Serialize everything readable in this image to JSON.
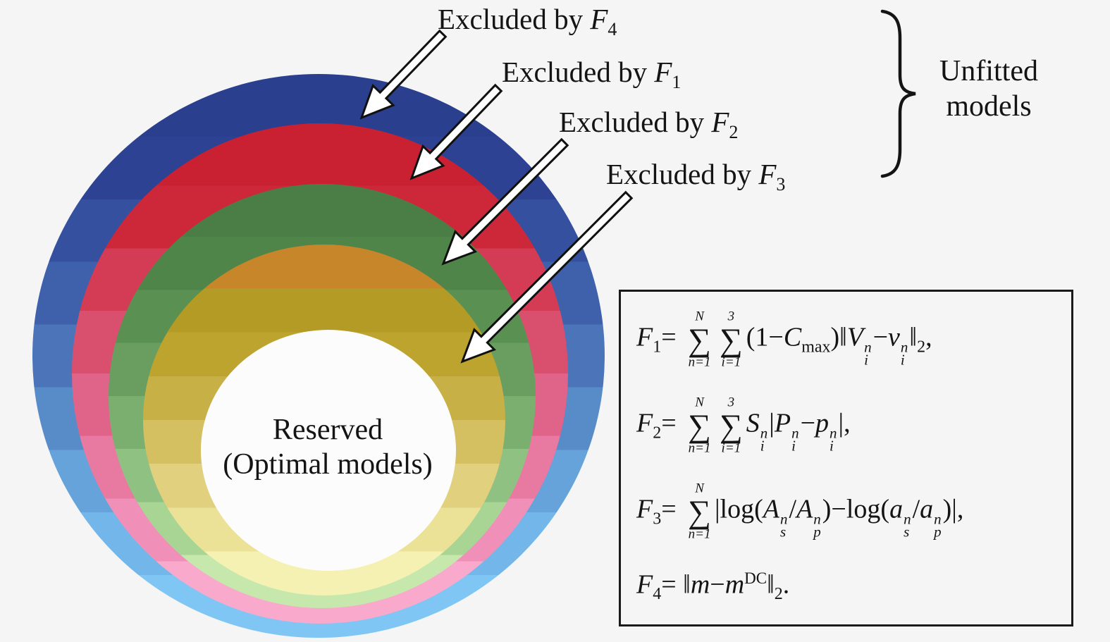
{
  "background": "#f5f5f6",
  "text_color": "#141414",
  "figure": {
    "callouts": [
      {
        "text": "Excluded by ",
        "symbol": "F",
        "sub": "4"
      },
      {
        "text": "Excluded by ",
        "symbol": "F",
        "sub": "1"
      },
      {
        "text": "Excluded by ",
        "symbol": "F",
        "sub": "2"
      },
      {
        "text": "Excluded by ",
        "symbol": "F",
        "sub": "3"
      }
    ],
    "group_label": {
      "line1": "Unfitted",
      "line2": "models"
    },
    "center_label": {
      "line1": "Reserved",
      "line2": "(Optimal models)"
    },
    "arrow_fill": "#ffffff",
    "arrow_outline": "#111111",
    "rings": [
      {
        "name": "excluded-by-f4-blue",
        "bands": [
          "#2a3f8e",
          "#2d4293",
          "#35509f",
          "#3f60ab",
          "#4b74b9",
          "#588cc9",
          "#66a3da",
          "#73b7ea",
          "#7fc6f4"
        ]
      },
      {
        "name": "excluded-by-f1-red",
        "bands": [
          "#ca2132",
          "#cd2839",
          "#d33c54",
          "#d94f6e",
          "#e06389",
          "#e879a1",
          "#f090b8",
          "#f8a9cc"
        ]
      },
      {
        "name": "excluded-by-f2-green",
        "bands": [
          "#4b7e47",
          "#508549",
          "#5b9053",
          "#6a9e60",
          "#7baf70",
          "#8fc182",
          "#a8d494",
          "#c6e8ac"
        ]
      },
      {
        "name": "excluded-by-f3-yellow",
        "bands": [
          "#c8862b",
          "#b49b25",
          "#bca42e",
          "#c7b045",
          "#d4bf61",
          "#e1d07e",
          "#ebe298",
          "#f4f1b2"
        ]
      },
      {
        "name": "reserved-white",
        "bands": [
          "#fcfcfd"
        ]
      }
    ]
  },
  "formulas": {
    "lines": [
      {
        "name": "F1",
        "html": "<i>F</i><sub class='lo'>1</sub>= <span class='sum'><span class='lim'>N</span><span class='sig'>&#8721;</span><span class='lim'>n=1</span></span><span class='sum'><span class='lim'>3</span><span class='sig'>&#8721;</span><span class='lim'>i=1</span></span>(1&#8722;<i>C</i><sub class='lo'>max</sub>)&#8214;<i>V</i><span class='ss'><span>n</span><span>i</span></span>&#8722;<i>v</i><span class='ss'><span>n</span><span>i</span></span>&#8214;<sub class='lo'>2</sub>,"
      },
      {
        "name": "F2",
        "html": "<i>F</i><sub class='lo'>2</sub>= <span class='sum'><span class='lim'>N</span><span class='sig'>&#8721;</span><span class='lim'>n=1</span></span><span class='sum'><span class='lim'>3</span><span class='sig'>&#8721;</span><span class='lim'>i=1</span></span><i>S</i><span class='ss'><span>n</span><span>i</span></span>|<i>P</i><span class='ss'><span>n</span><span>i</span></span>&#8722;<i>p</i><span class='ss'><span>n</span><span>i</span></span>|,"
      },
      {
        "name": "F3",
        "html": "<i>F</i><sub class='lo'>3</sub>= <span class='sum'><span class='lim'>N</span><span class='sig'>&#8721;</span><span class='lim'>n=1</span></span>|log(<i>A</i><span class='ss'><span>n</span><span>s</span></span>/<i>A</i><span class='ss'><span>n</span><span>p</span></span>)&#8722;log(<i>a</i><span class='ss'><span>n</span><span>s</span></span>/<i>a</i><span class='ss'><span>n</span><span>p</span></span>)|,"
      },
      {
        "name": "F4",
        "html": "<i>F</i><sub class='lo'>4</sub>= &#8214;<i>m</i>&#8722;<i>m</i><sup class='hi'>DC</sup>&#8214;<sub class='lo'>2</sub>."
      }
    ]
  }
}
